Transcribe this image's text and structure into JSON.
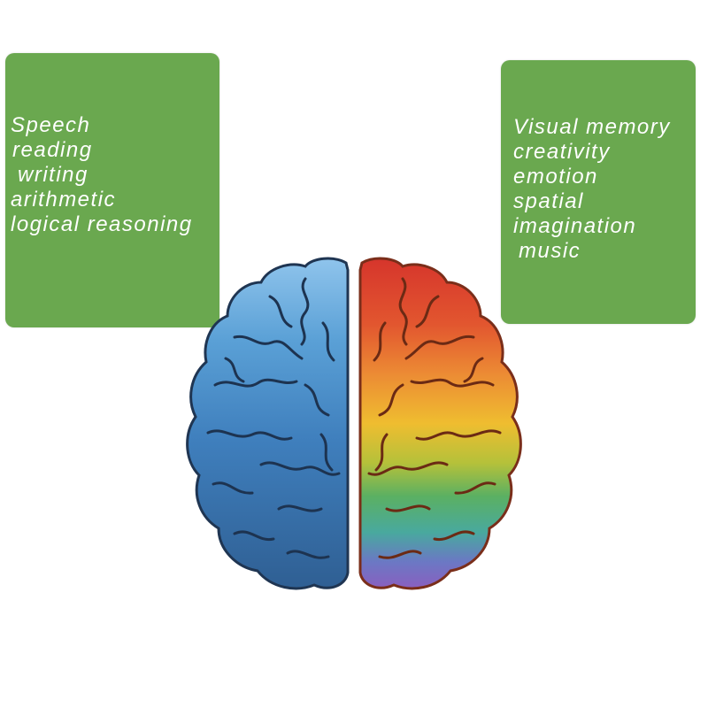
{
  "left_panel": {
    "items": [
      "Speech",
      "reading",
      " writing",
      "arithmetic",
      "logical reasoning"
    ]
  },
  "right_panel": {
    "items": [
      "Visual memory",
      "creativity",
      "emotion",
      "spatial",
      "imagination",
      " music"
    ]
  },
  "colors": {
    "panel": "#6aa84f",
    "left_hemisphere": "#3d78b4",
    "right_red": "#d9412f",
    "right_orange": "#eb8a33",
    "right_yellow": "#efc02f",
    "right_green": "#5fb061",
    "right_teal": "#4aa8a0",
    "right_purple": "#7d62c0"
  },
  "icons": [
    "brain-illustration"
  ]
}
